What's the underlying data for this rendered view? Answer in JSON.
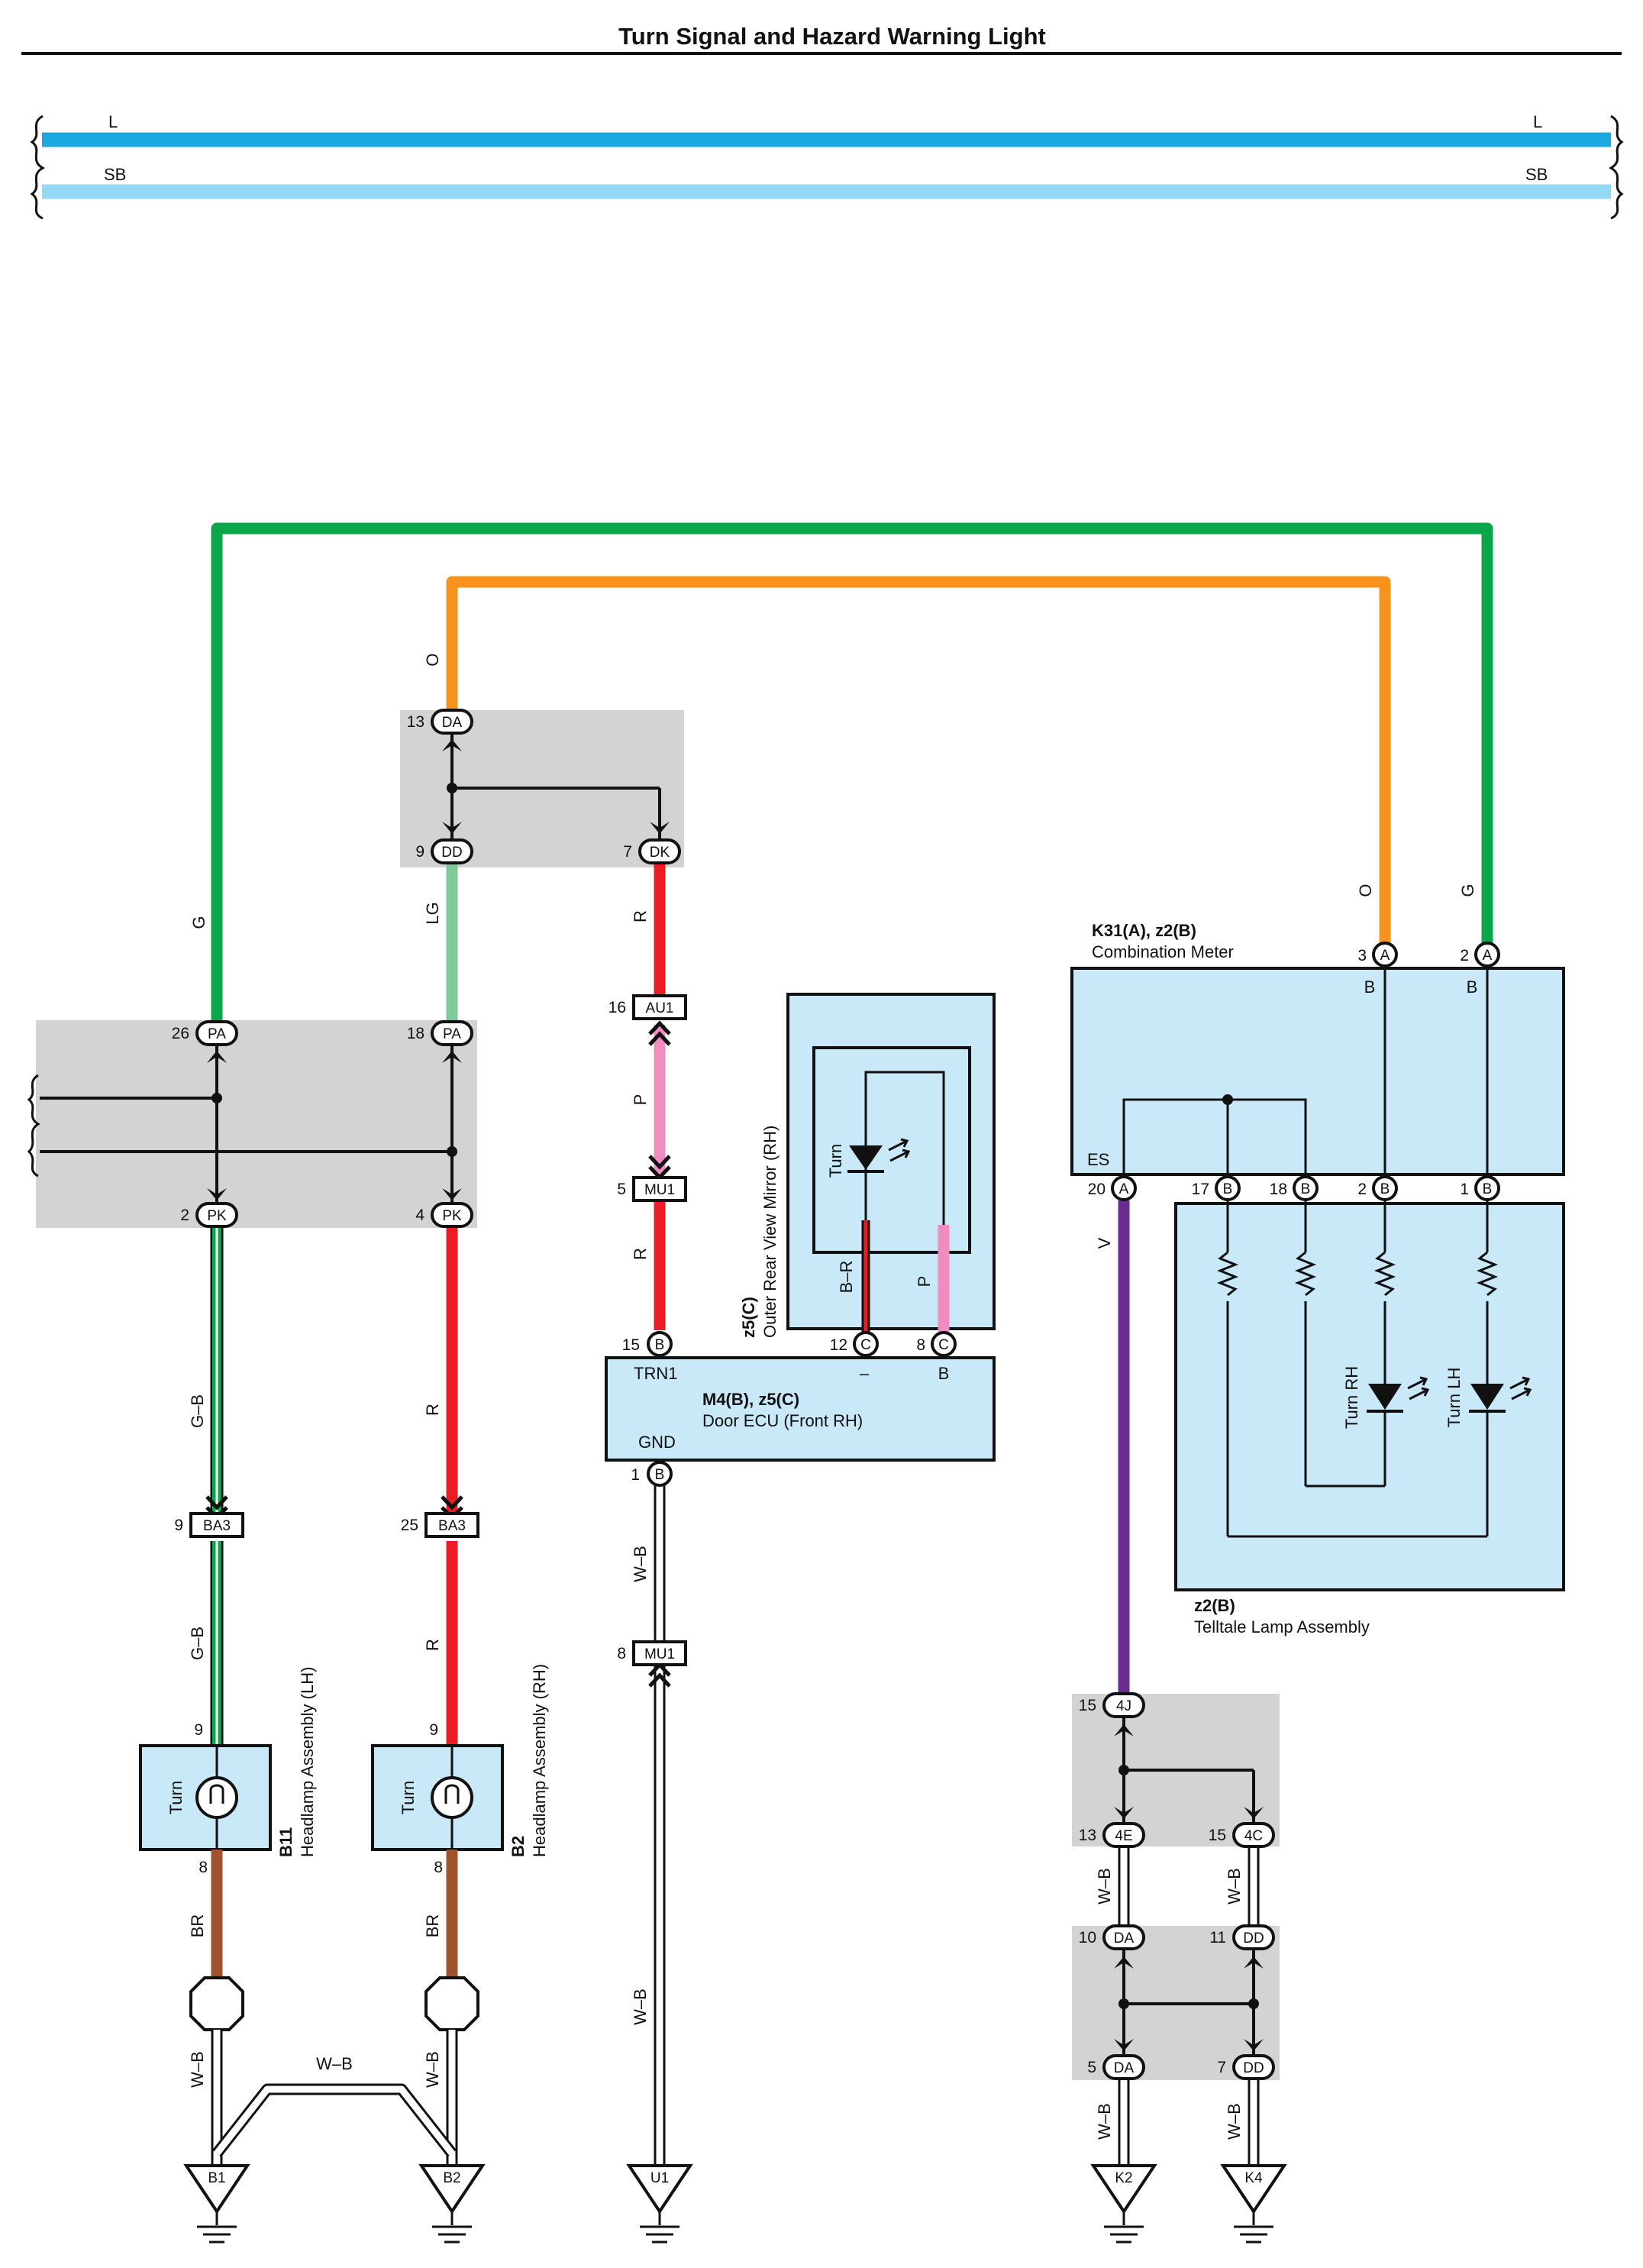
{
  "title": "Turn Signal and Hazard Warning Light",
  "colors": {
    "L": "#1ba8e2",
    "SB": "#92d9f5",
    "G": "#0ca64a",
    "O": "#f7931d",
    "LG": "#7fc99a",
    "R": "#ed1c24",
    "P": "#f08cbf",
    "BR": "#a0522d",
    "V": "#6a2e91",
    "component_fill": "#c9e8f8",
    "junction_fill": "#d3d3d3"
  },
  "bus": {
    "L_left": "L",
    "L_right": "L",
    "SB_left": "SB",
    "SB_right": "SB"
  },
  "wires": {
    "g_top": "G",
    "o_top": "O",
    "lg": "LG",
    "r_dk": "R",
    "p": "P",
    "r_mu1": "R",
    "o_meter": "O",
    "g_meter": "G",
    "gb_1": "G–B",
    "r_pk": "R",
    "gb_2": "G–B",
    "r_ba3": "R",
    "br_lh": "BR",
    "br_rh": "BR",
    "wb_lh": "W–B",
    "wb_rh": "W–B",
    "wb_bridge": "W–B",
    "wb_ecu": "W–B",
    "wb_mu1": "W–B",
    "v": "V",
    "wb_4e": "W–B",
    "wb_4c": "W–B",
    "wb_da": "W–B",
    "wb_dd": "W–B",
    "br_mirror": "B–R",
    "p_mirror": "P"
  },
  "connectors": {
    "da13": {
      "pin": "13",
      "code": "DA"
    },
    "dd9": {
      "pin": "9",
      "code": "DD"
    },
    "dk7": {
      "pin": "7",
      "code": "DK"
    },
    "au1": {
      "pin": "16",
      "code": "AU1"
    },
    "mu1_5": {
      "pin": "5",
      "code": "MU1"
    },
    "mu1_8": {
      "pin": "8",
      "code": "MU1"
    },
    "pa26": {
      "pin": "26",
      "code": "PA"
    },
    "pa18": {
      "pin": "18",
      "code": "PA"
    },
    "pk2": {
      "pin": "2",
      "code": "PK"
    },
    "pk4": {
      "pin": "4",
      "code": "PK"
    },
    "ba3_9": {
      "pin": "9",
      "code": "BA3"
    },
    "ba3_25": {
      "pin": "25",
      "code": "BA3"
    },
    "j4j": {
      "pin": "15",
      "code": "4J"
    },
    "j4e": {
      "pin": "13",
      "code": "4E"
    },
    "j4c": {
      "pin": "15",
      "code": "4C"
    },
    "jda10": {
      "pin": "10",
      "code": "DA"
    },
    "jdd11": {
      "pin": "11",
      "code": "DD"
    },
    "jda5": {
      "pin": "5",
      "code": "DA"
    },
    "jdd7": {
      "pin": "7",
      "code": "DD"
    }
  },
  "combination_meter": {
    "id": "K31(A), z2(B)",
    "name": "Combination Meter",
    "es": "ES",
    "pins": {
      "a3": "3",
      "a2": "2",
      "a20": "20",
      "b17": "17",
      "b18": "18",
      "b2": "2",
      "b1": "1"
    },
    "letters": {
      "A": "A",
      "B": "B"
    }
  },
  "telltale": {
    "id": "z2(B)",
    "name": "Telltale Lamp Assembly",
    "turn_rh": "Turn RH",
    "turn_lh": "Turn LH"
  },
  "mirror": {
    "id": "z5(C)",
    "name": "Outer Rear View Mirror (RH)",
    "turn": "Turn",
    "pin12": "12",
    "pin8": "8",
    "letter": "C",
    "minus": "–",
    "b": "B"
  },
  "door_ecu": {
    "id": "M4(B), z5(C)",
    "name": "Door ECU (Front RH)",
    "trn1": "TRN1",
    "gnd": "GND",
    "pin15": "15",
    "pin1": "1",
    "letter": "B"
  },
  "headlamp_lh": {
    "id": "B11",
    "name": "Headlamp Assembly (LH)",
    "turn": "Turn",
    "pin_top": "9",
    "pin_bot": "8"
  },
  "headlamp_rh": {
    "id": "B2",
    "name": "Headlamp Assembly (RH)",
    "turn": "Turn",
    "pin_top": "9",
    "pin_bot": "8"
  },
  "grounds": {
    "b1": "B1",
    "b2": "B2",
    "u1": "U1",
    "k2": "K2",
    "k4": "K4"
  }
}
